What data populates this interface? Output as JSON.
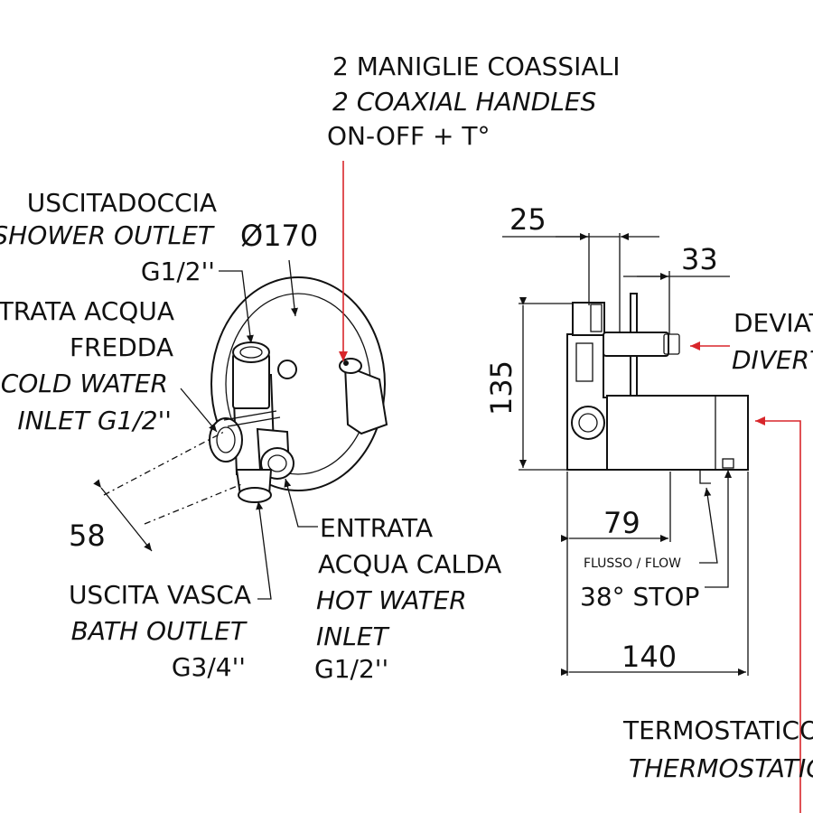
{
  "handles": {
    "it": "2 MANIGLIE COASSIALI",
    "en": "2 COAXIAL HANDLES",
    "function": "ON-OFF + T°"
  },
  "shower_outlet": {
    "it": "USCITADOCCIA",
    "en": "SHOWER OUTLET",
    "thread": "G1/2''"
  },
  "cold_inlet": {
    "it1": "ENTRATA ACQUA",
    "it2": "FREDDA",
    "en1": "COLD WATER",
    "en2": "INLET G1/2''"
  },
  "hot_inlet": {
    "it1": "ENTRATA",
    "it2": "ACQUA CALDA",
    "en1": "HOT WATER",
    "en2": "INLET",
    "thread": "G1/2''"
  },
  "bath_outlet": {
    "it": "USCITA VASCA",
    "en": "BATH OUTLET",
    "thread": "G3/4''"
  },
  "diverter": {
    "it": "DEVIATORE",
    "en": "DIVERTER"
  },
  "thermostatic": {
    "it": "TERMOSTATICO",
    "en": "THERMOSTATIC"
  },
  "dimensions": {
    "plate_diameter": "Ø170",
    "depth": "58",
    "d25": "25",
    "d33": "33",
    "height": "135",
    "d79": "79",
    "d140": "140"
  },
  "flow_label": "FLUSSO / FLOW",
  "stop_label": "38° STOP",
  "colors": {
    "arrow": "#d8262b",
    "line": "#111111"
  }
}
